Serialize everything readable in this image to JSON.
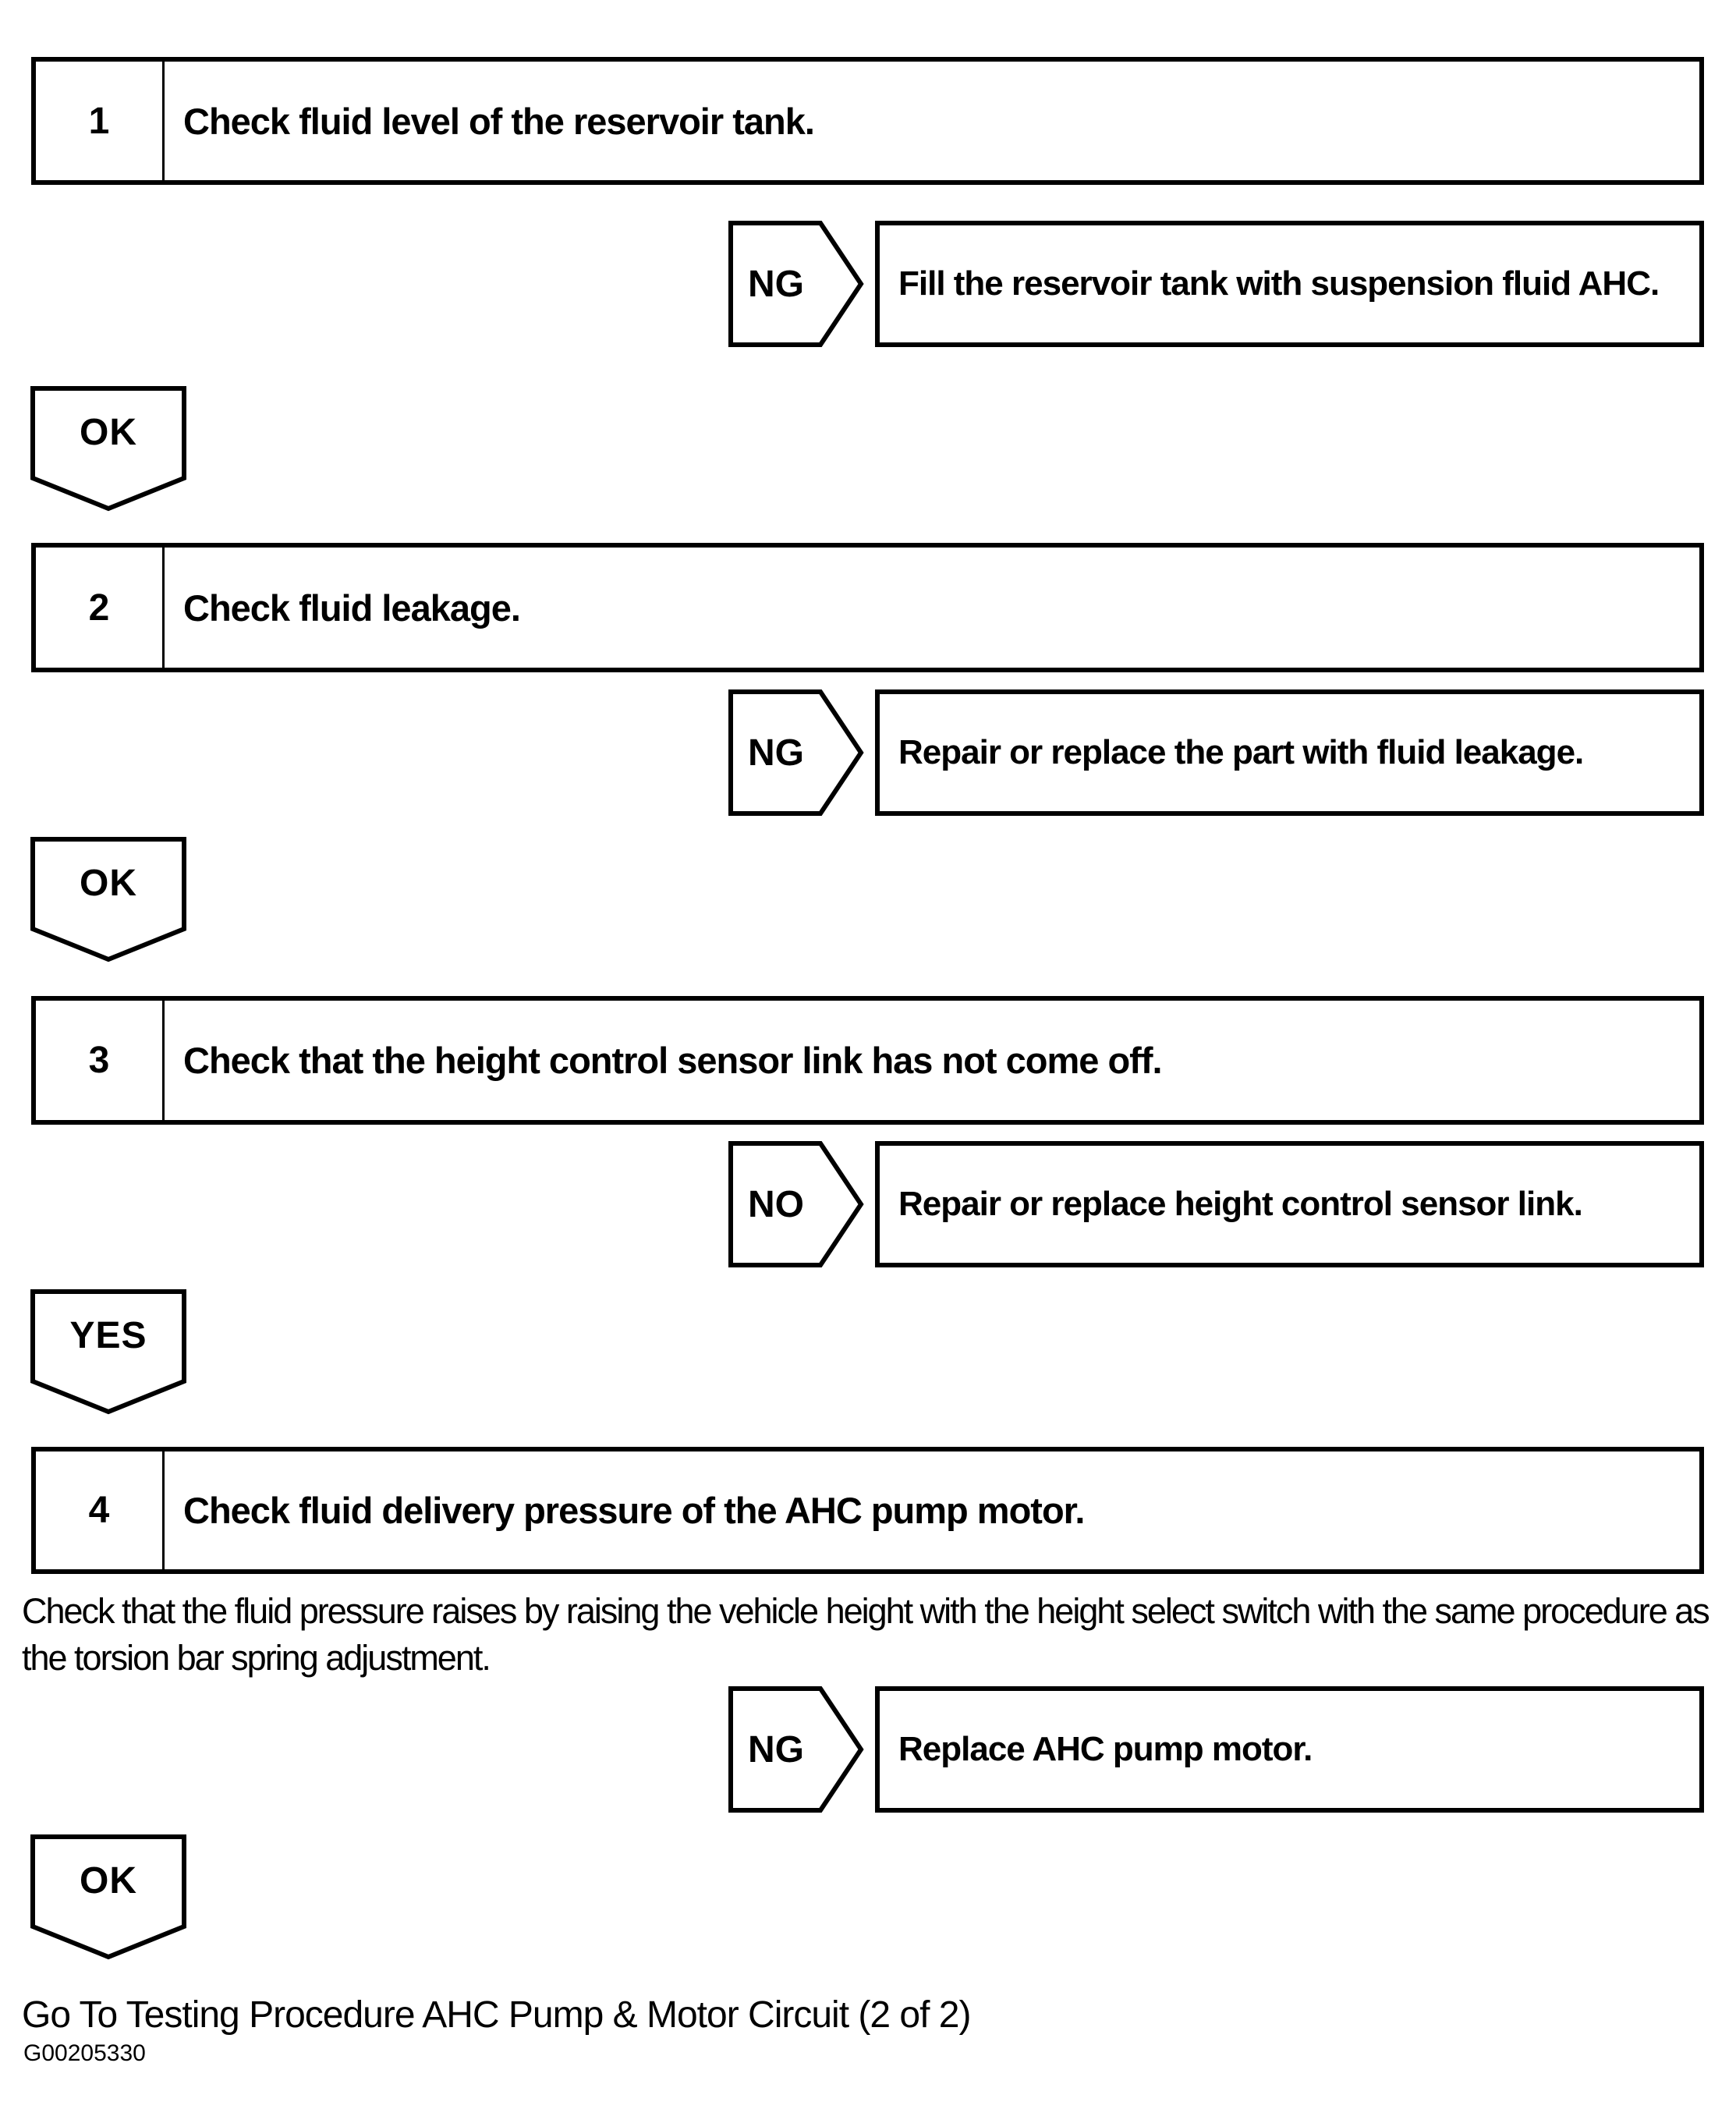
{
  "steps": [
    {
      "number": "1",
      "title": "Check fluid level of the reservoir tank.",
      "branch_label": "NG",
      "branch_action": "Fill the reservoir tank with suspension fluid AHC.",
      "pass_label": "OK"
    },
    {
      "number": "2",
      "title": "Check fluid leakage.",
      "branch_label": "NG",
      "branch_action": "Repair or replace the part with fluid leakage.",
      "pass_label": "OK"
    },
    {
      "number": "3",
      "title": "Check that the height control sensor link has not come off.",
      "branch_label": "NO",
      "branch_action": "Repair or replace height control sensor link.",
      "pass_label": "YES"
    },
    {
      "number": "4",
      "title": "Check fluid delivery pressure of the AHC pump motor.",
      "note": "Check that the fluid pressure raises by raising the vehicle height with the height select switch with the same procedure as the torsion bar spring adjustment.",
      "branch_label": "NG",
      "branch_action": "Replace AHC pump motor.",
      "pass_label": "OK"
    }
  ],
  "footer": {
    "goto_text": "Go To Testing Procedure AHC Pump & Motor Circuit (2 of 2)",
    "figure_id": "G00205330"
  }
}
